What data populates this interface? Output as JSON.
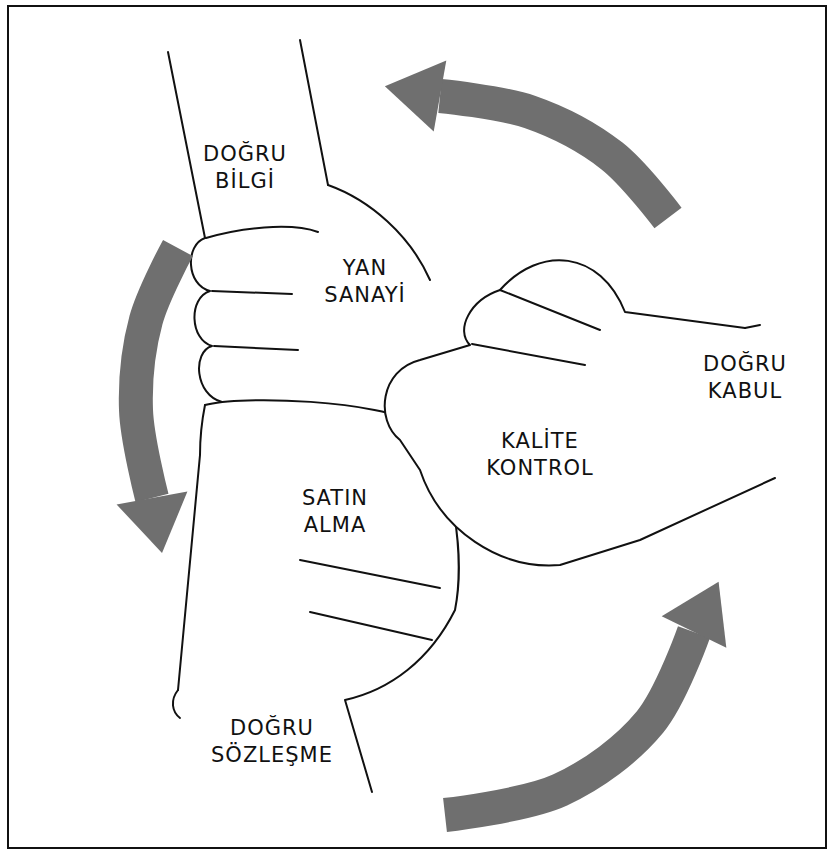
{
  "diagram": {
    "nodes": [
      {
        "text": [
          "DOĞRU BİLGİ",
          "YAN SANAYİ"
        ]
      },
      {
        "text": [
          "KALİTE KONTROL",
          "DOĞRU KABUL"
        ]
      },
      {
        "text": [
          "SATIN ALMA",
          "DOĞRU SÖZLEŞME"
        ]
      }
    ],
    "edges": [
      {
        "from": 1,
        "to": 0,
        "arrow": "to"
      },
      {
        "from": 0,
        "to": 2,
        "arrow": "to"
      },
      {
        "from": 2,
        "to": 1,
        "arrow": "to"
      }
    ]
  }
}
